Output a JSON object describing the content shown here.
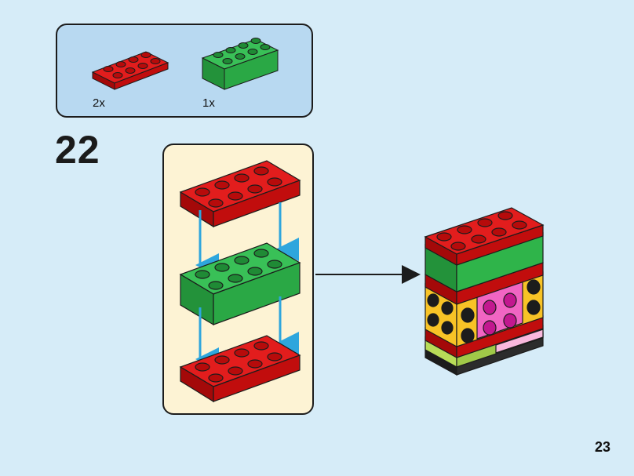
{
  "parts": [
    {
      "qty": "2x",
      "color": "#d80f0f",
      "name": "red-plate-2x4"
    },
    {
      "qty": "1x",
      "color": "#2fb44a",
      "name": "green-brick-2x4"
    }
  ],
  "step": {
    "number": "22"
  },
  "page": {
    "number": "23"
  },
  "colors": {
    "background": "#d6ecf8",
    "parts_box": "#b8d9f1",
    "sub_box": "#fdf3d4",
    "red": "#d80f0f",
    "green": "#2fb44a",
    "arrow_blue": "#2ea6dd",
    "yellow": "#f8c326",
    "pink": "#f165c3",
    "lime": "#b8dc58",
    "dark": "#1c1c1c"
  }
}
